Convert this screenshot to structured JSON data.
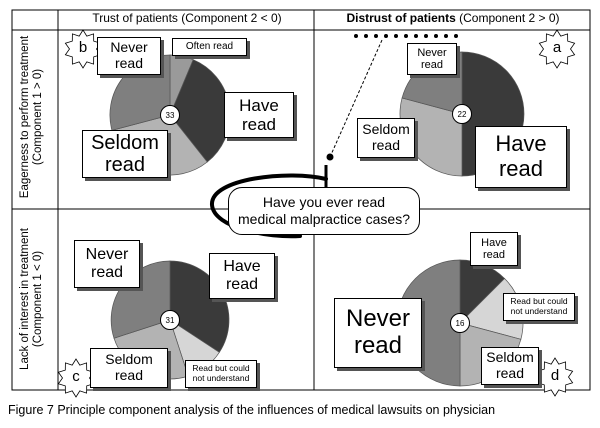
{
  "headers": {
    "left": "Trust of patients (Component 2 < 0)",
    "right_bold": "Distrust of patients",
    "right_rest": " (Component 2 > 0)"
  },
  "side_labels": {
    "top": "Eagerness to perform treatment\n(Component 1 > 0)",
    "bottom": "Lack of interest in treatment\n(Component 1 < 0)"
  },
  "quadrants": {
    "a": {
      "badge": "a",
      "n": "22",
      "labels": {
        "never": "Never\nread",
        "seldom": "Seldom\nread",
        "have": "Have\nread"
      }
    },
    "b": {
      "badge": "b",
      "n": "33",
      "labels": {
        "never": "Never\nread",
        "often": "Often read",
        "have": "Have\nread",
        "seldom": "Seldom\nread"
      }
    },
    "c": {
      "badge": "c",
      "n": "31",
      "labels": {
        "never": "Never\nread",
        "have": "Have\nread",
        "seldom": "Seldom\nread",
        "could_not": "Read but could\nnot understand"
      }
    },
    "d": {
      "badge": "d",
      "n": "16",
      "labels": {
        "have": "Have\nread",
        "could_not": "Read but could\nnot understand",
        "never": "Never\nread",
        "seldom": "Seldom\nread"
      }
    }
  },
  "center_question": "Have you ever read\nmedical malpractice cases?",
  "caption": "Figure 7  Principle component analysis of the influences of medical lawsuits on physician",
  "colors": {
    "never_read": "#7f7f7f",
    "seldom_read": "#b3b3b3",
    "have_read": "#3a3a3a",
    "often_read": "#9a9a9a",
    "could_not_understand": "#d6d6d6"
  }
}
